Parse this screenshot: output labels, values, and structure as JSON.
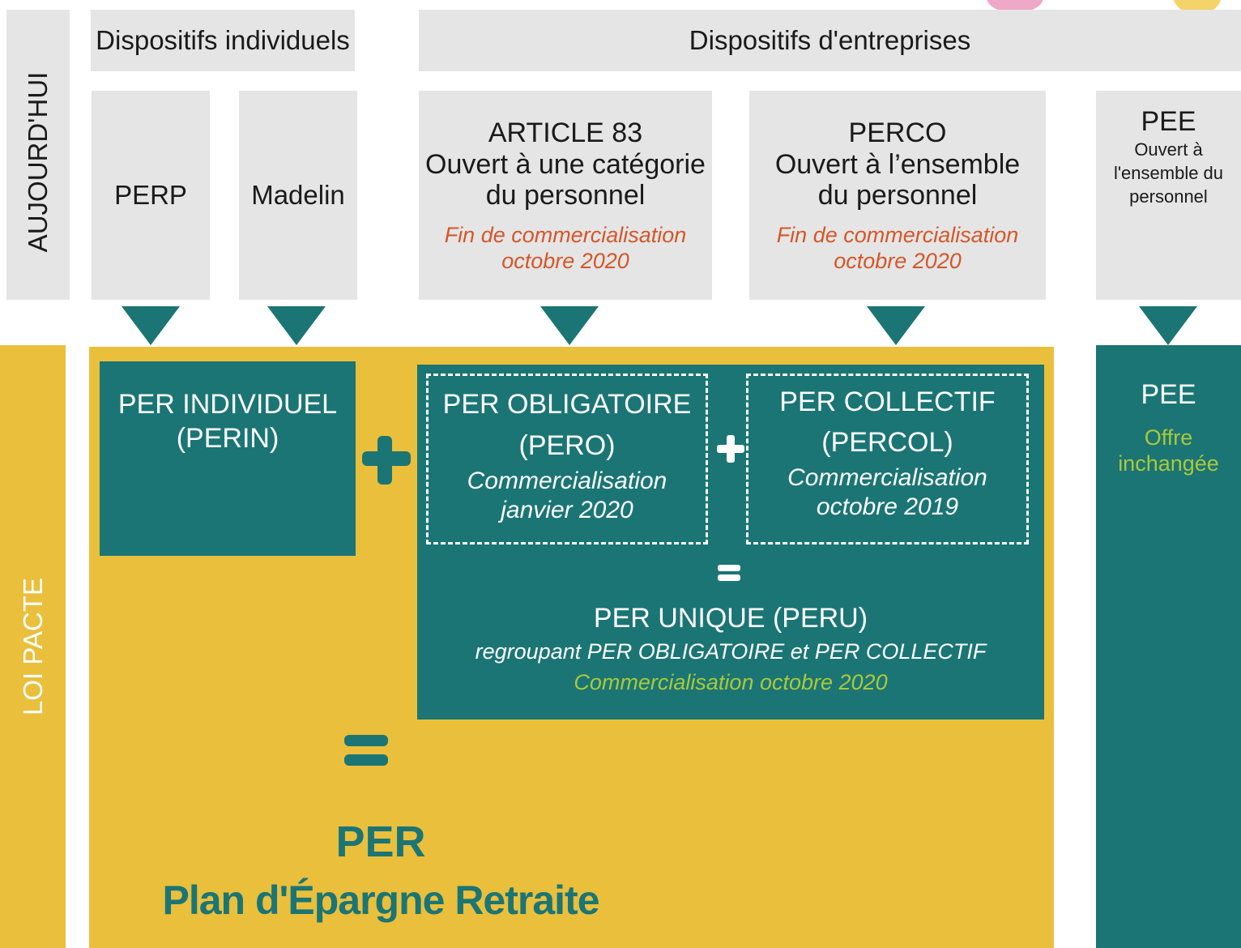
{
  "sidebar": {
    "today_label": "AUJOURD'HUI",
    "loi_label": "LOI PACTE"
  },
  "headers": {
    "individual": "Dispositifs individuels",
    "enterprise": "Dispositifs d'entreprises"
  },
  "today": {
    "perp": "PERP",
    "madelin": "Madelin",
    "article83": {
      "title": "ARTICLE 83",
      "line1": "Ouvert à une catégorie",
      "line2": "du personnel",
      "note1": "Fin de commercialisation",
      "note2": "octobre 2020"
    },
    "perco": {
      "title": "PERCO",
      "line1": "Ouvert à l’ensemble",
      "line2": "du personnel",
      "note1": "Fin de commercialisation",
      "note2": "octobre 2020"
    },
    "pee": {
      "title": "PEE",
      "line1": "Ouvert à",
      "line2": "l'ensemble du",
      "line3": "personnel"
    }
  },
  "pacte": {
    "per_individuel": {
      "title": "PER INDIVIDUEL",
      "subtitle": "(PERIN)"
    },
    "per_obligatoire": {
      "title": "PER OBLIGATOIRE",
      "subtitle": "(PERO)",
      "note1": "Commercialisation",
      "note2": "janvier 2020"
    },
    "per_collectif": {
      "title": "PER COLLECTIF",
      "subtitle": "(PERCOL)",
      "note1": "Commercialisation",
      "note2": "octobre 2019"
    },
    "per_unique": {
      "title": "PER UNIQUE (PERU)",
      "subtitle": "regroupant PER OBLIGATOIRE et PER COLLECTIF",
      "note": "Commercialisation octobre 2020"
    },
    "per_final": {
      "title": "PER",
      "subtitle": "Plan d'Épargne Retraite"
    },
    "pee": {
      "title": "PEE",
      "note1": "Offre",
      "note2": "inchangée"
    }
  },
  "colors": {
    "teal": "#1b7575",
    "gold": "#e9bf3c",
    "grey": "#e5e5e5",
    "orange": "#d4572a",
    "lime": "#a9c93a"
  }
}
